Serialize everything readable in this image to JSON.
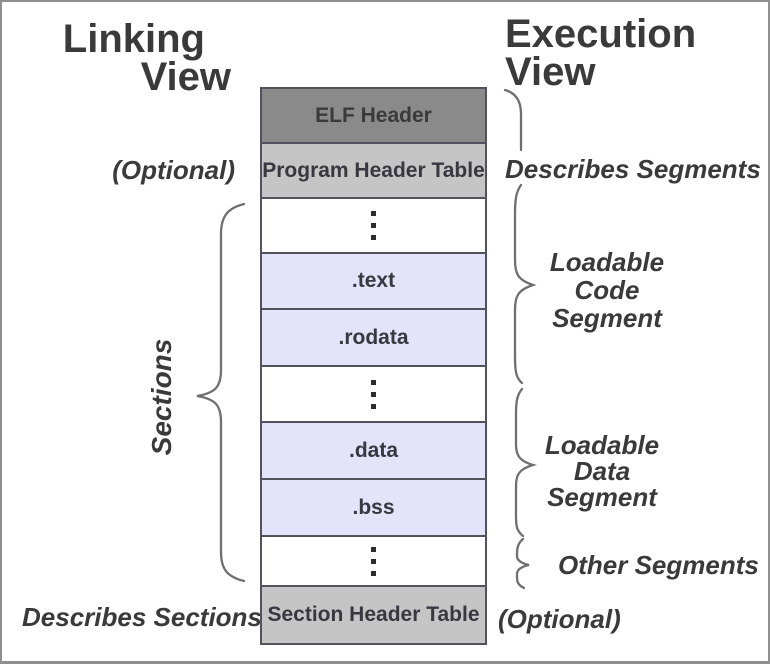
{
  "titles": {
    "linking": {
      "line1": "Linking",
      "line2": "View"
    },
    "execution": {
      "line1": "Execution",
      "line2": "View"
    }
  },
  "left_labels": {
    "optional": "(Optional)",
    "sections": "Sections",
    "describes_sections": "Describes Sections"
  },
  "right_labels": {
    "describes_segments": "Describes Segments",
    "loadable_code": {
      "line1": "Loadable",
      "line2": "Code",
      "line3": "Segment"
    },
    "loadable_data": {
      "line1": "Loadable",
      "line2": "Data",
      "line3": "Segment"
    },
    "other_segments": "Other Segments",
    "optional": "(Optional)"
  },
  "stack": [
    {
      "label": "ELF Header",
      "kind": "dark"
    },
    {
      "label": "Program Header Table",
      "kind": "gray"
    },
    {
      "label": "",
      "kind": "ellipsis"
    },
    {
      "label": ".text",
      "kind": "lavender"
    },
    {
      "label": ".rodata",
      "kind": "lavender"
    },
    {
      "label": "",
      "kind": "ellipsis"
    },
    {
      "label": ".data",
      "kind": "lavender"
    },
    {
      "label": ".bss",
      "kind": "lavender"
    },
    {
      "label": "",
      "kind": "ellipsis"
    },
    {
      "label": "Section Header Table",
      "kind": "gray"
    }
  ],
  "colors": {
    "box_dark": "#8a8a8a",
    "box_gray": "#c5c5c5",
    "box_lavender": "#e3e3f9",
    "box_white": "#ffffff",
    "box_border": "#52525c",
    "text": "#3a3a3a",
    "brace": "#6f6f6f",
    "frame_border": "#8f8f8f",
    "dot": "#2c2c2c"
  }
}
